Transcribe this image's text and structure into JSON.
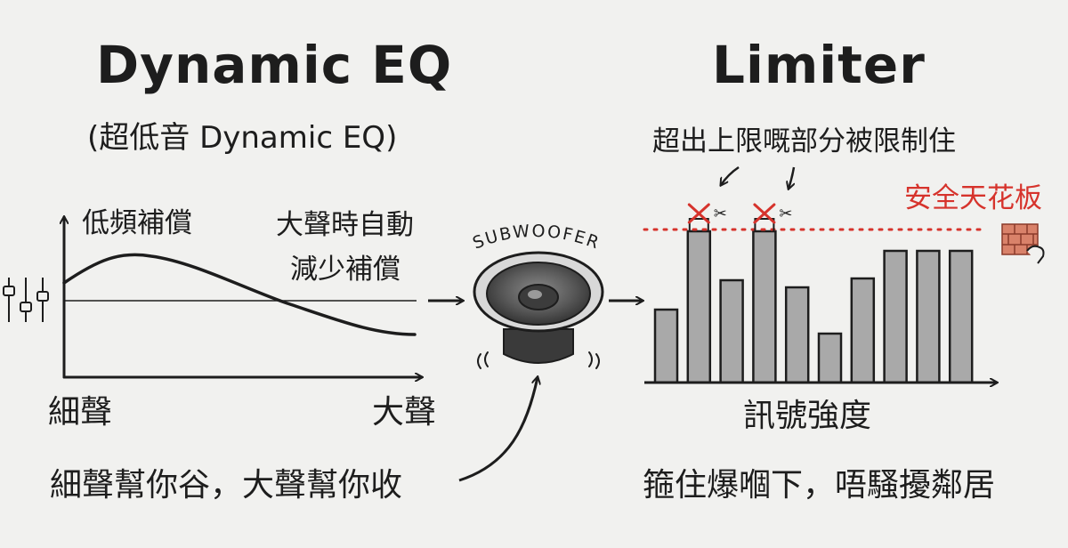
{
  "left": {
    "title": "Dynamic EQ",
    "subtitle": "(超低音 Dynamic EQ)",
    "boost_label": "低頻補償",
    "reduce_label_line1": "大聲時自動",
    "reduce_label_line2": "減少補償",
    "x_left": "細聲",
    "x_right": "大聲",
    "caption": "細聲幫你谷，大聲幫你收"
  },
  "middle": {
    "speaker_label": "SUBWOOFER"
  },
  "right": {
    "title": "Limiter",
    "clip_note": "超出上限嘅部分被限制住",
    "ceiling_label": "安全天花板",
    "x_label": "訊號強度",
    "caption": "箍住爆嗰下，唔騷擾鄰居"
  },
  "colors": {
    "ink": "#1d1d1d",
    "accent_red": "#d6332c",
    "bar_fill": "#a9a9a9",
    "brick": "#d9826a"
  },
  "chart_data": {
    "type": "bar",
    "values": [
      82,
      170,
      115,
      170,
      107,
      55,
      117,
      148,
      148,
      148
    ],
    "clipped": [
      false,
      true,
      false,
      true,
      false,
      false,
      false,
      false,
      false,
      false
    ],
    "ceiling": 170
  }
}
